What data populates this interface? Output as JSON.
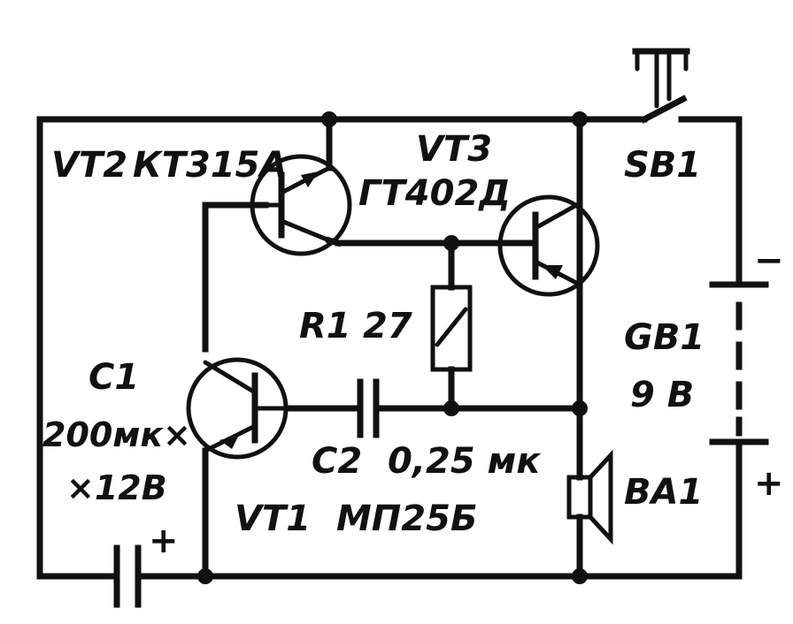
{
  "labels": {
    "vt2": "VT2",
    "vt2_part": "КТ315А",
    "vt3": "VT3",
    "vt3_part": "ГТ402Д",
    "sb1": "SB1",
    "r1": "R1",
    "r1_value": "27",
    "gb1": "GB1",
    "gb1_value": "9 В",
    "c1": "C1",
    "c1_value_1": "200мк×",
    "c1_value_2": "×12В",
    "c2": "C2",
    "c2_value": "0,25 мк",
    "vt1": "VT1",
    "vt1_part": "МП25Б",
    "ba1": "BA1",
    "minus": "−",
    "plus_battery": "+",
    "plus_c1": "+"
  }
}
